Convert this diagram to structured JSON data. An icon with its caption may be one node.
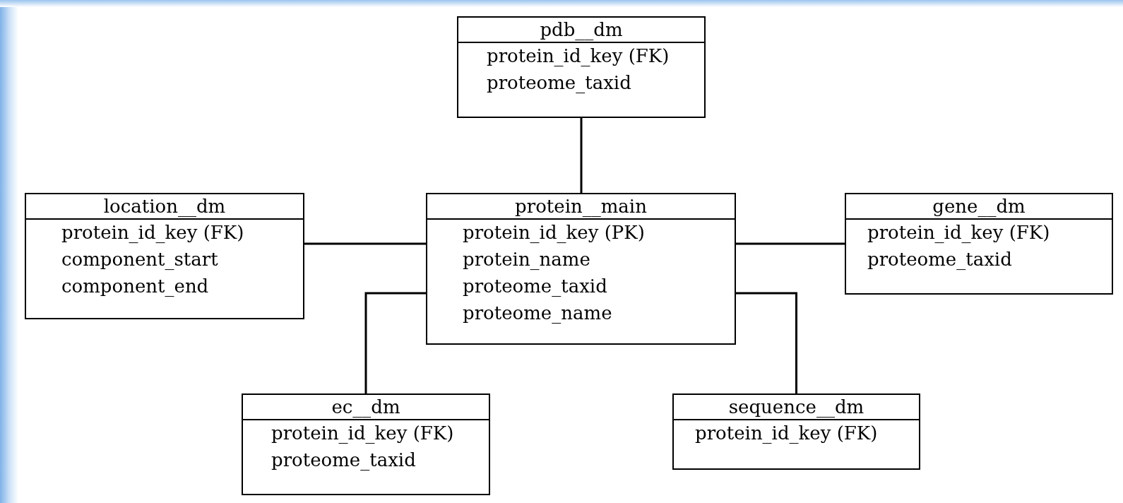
{
  "diagram": {
    "nodes": [
      {
        "text": [
          "pdb__dm",
          "protein_id_key (FK)",
          "proteome_taxid"
        ]
      },
      {
        "text": [
          "location__dm",
          "protein_id_key (FK)",
          "component_start",
          "component_end"
        ]
      },
      {
        "text": [
          "protein__main",
          "protein_id_key (PK)",
          "protein_name",
          "proteome_taxid",
          "proteome_name"
        ]
      },
      {
        "text": [
          "gene__dm",
          "protein_id_key (FK)",
          "proteome_taxid"
        ]
      },
      {
        "text": [
          "ec__dm",
          "protein_id_key (FK)",
          "proteome_taxid"
        ]
      },
      {
        "text": [
          "sequence__dm",
          "protein_id_key (FK)"
        ]
      }
    ],
    "edges": [
      {
        "from": 2,
        "to": 0,
        "arrow": "none"
      },
      {
        "from": 2,
        "to": 1,
        "arrow": "none"
      },
      {
        "from": 2,
        "to": 3,
        "arrow": "none"
      },
      {
        "from": 2,
        "to": 4,
        "arrow": "none"
      },
      {
        "from": 2,
        "to": 5,
        "arrow": "none"
      }
    ]
  }
}
